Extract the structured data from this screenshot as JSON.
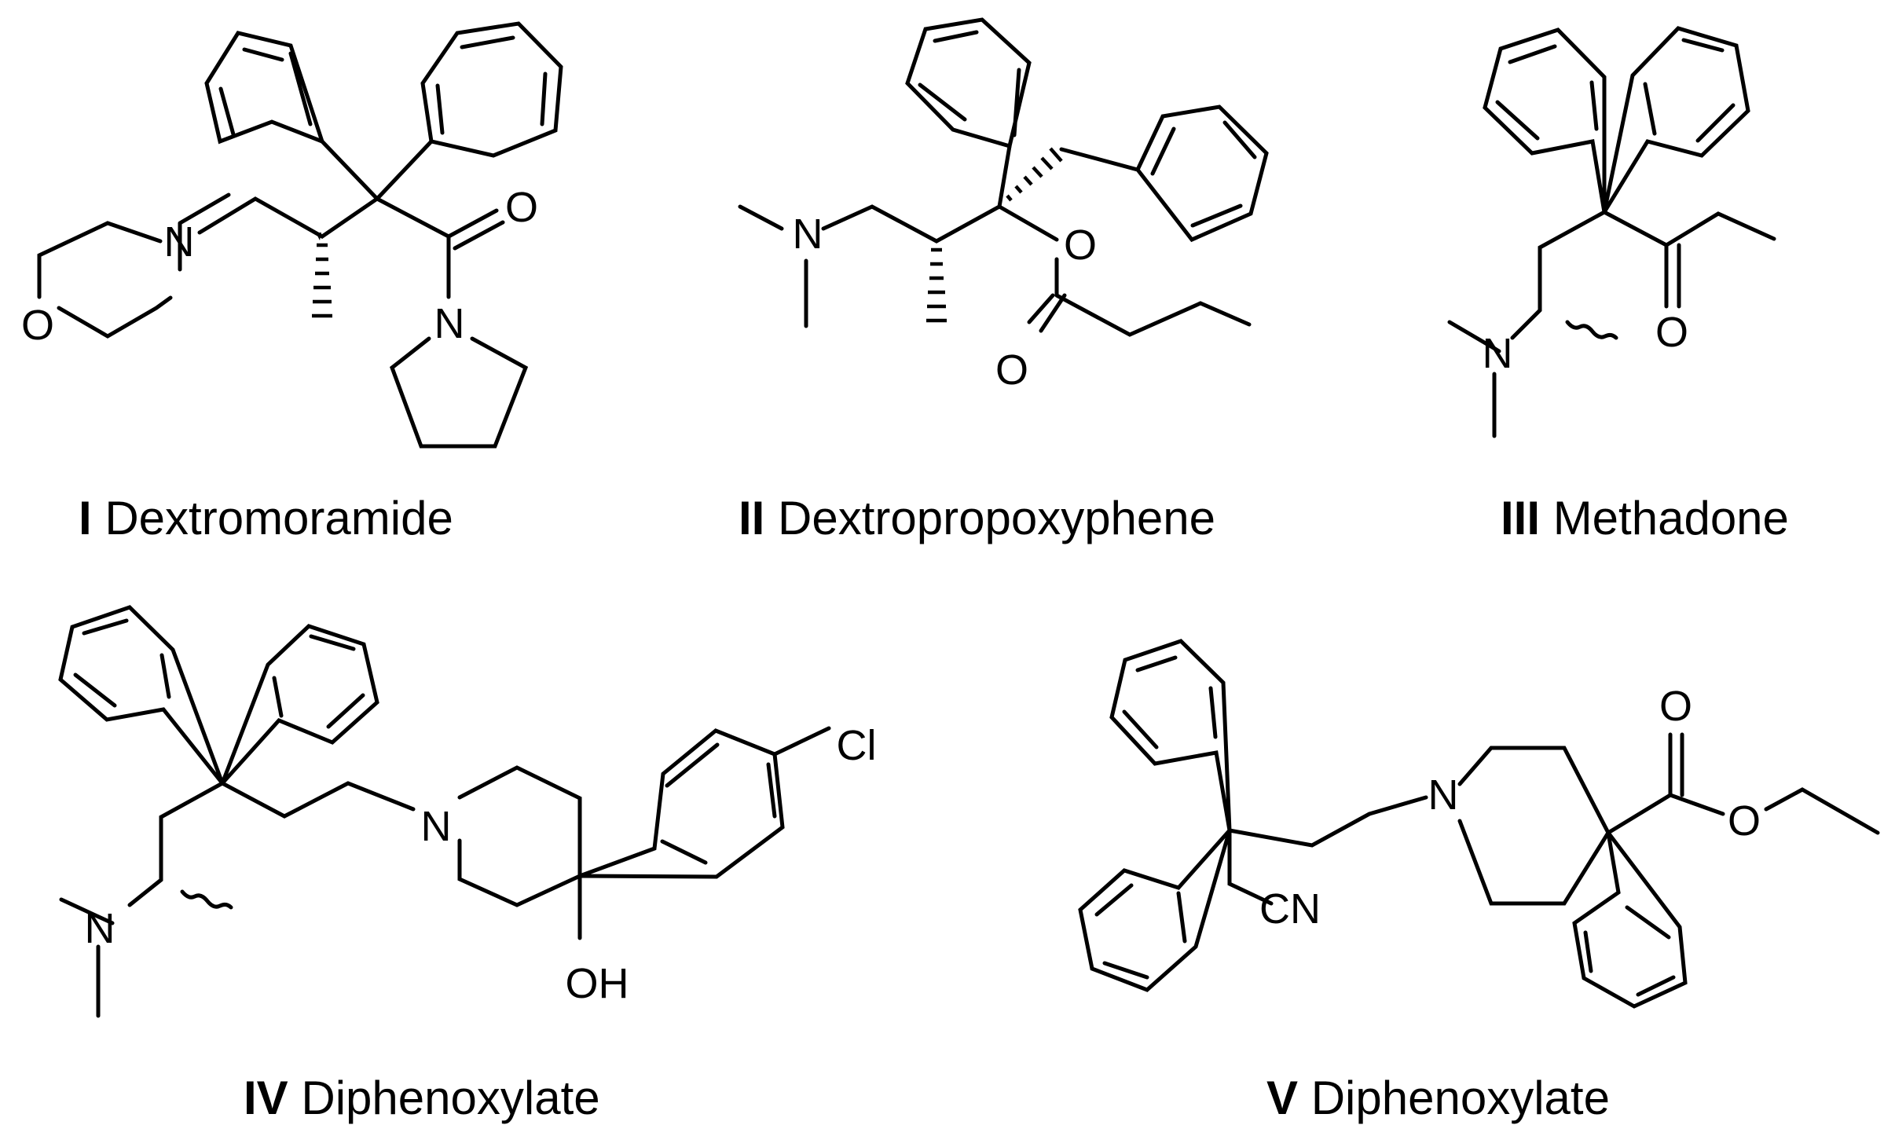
{
  "structures": [
    {
      "id": "I",
      "numeral": "I",
      "name": "Dextromoramide",
      "atoms": {
        "N_morpholine": "N",
        "O_morpholine": "O",
        "O_carbonyl": "O",
        "N_pyrrolidine": "N"
      }
    },
    {
      "id": "II",
      "numeral": "II",
      "name": "Dextropropoxyphene",
      "atoms": {
        "N_amine": "N",
        "O_ester": "O",
        "O_carbonyl": "O"
      }
    },
    {
      "id": "III",
      "numeral": "III",
      "name": "Methadone",
      "atoms": {
        "O_ketone": "O",
        "N_amine": "N"
      }
    },
    {
      "id": "IV",
      "numeral": "IV",
      "name": "Diphenoxylate",
      "atoms": {
        "Cl": "Cl",
        "N_piperidine": "N",
        "OH": "OH",
        "N_amine": "N"
      }
    },
    {
      "id": "V",
      "numeral": "V",
      "name": "Diphenoxylate",
      "atoms": {
        "O_carbonyl": "O",
        "O_ester": "O",
        "N_piperidine": "N",
        "CN": "CN"
      }
    }
  ],
  "colors": {
    "ink": "#000000",
    "background": "#ffffff"
  }
}
